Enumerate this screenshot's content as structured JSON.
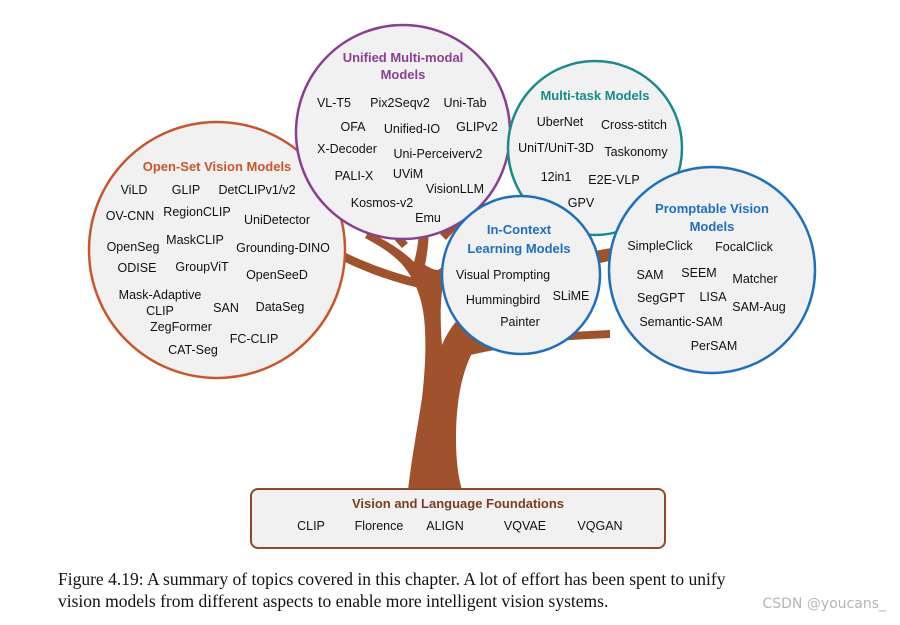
{
  "foundations": {
    "title": "Vision and Language Foundations",
    "items": [
      "CLIP",
      "Florence",
      "ALIGN",
      "VQVAE",
      "VQGAN"
    ]
  },
  "open_set": {
    "title": "Open-Set Vision Models",
    "items": [
      "ViLD",
      "GLIP",
      "DetCLIPv1/v2",
      "OV-CNN",
      "RegionCLIP",
      "UniDetector",
      "OpenSeg",
      "MaskCLIP",
      "Grounding-DINO",
      "ODISE",
      "GroupViT",
      "OpenSeeD",
      "Mask-Adaptive",
      "CLIP",
      "SAN",
      "DataSeg",
      "ZegFormer",
      "FC-CLIP",
      "CAT-Seg"
    ]
  },
  "unified": {
    "title_line1": "Unified Multi-modal",
    "title_line2": "Models",
    "items": [
      "VL-T5",
      "Pix2Seqv2",
      "Uni-Tab",
      "OFA",
      "Unified-IO",
      "GLIPv2",
      "X-Decoder",
      "Uni-Perceiverv2",
      "PALI-X",
      "UViM",
      "VisionLLM",
      "Kosmos-v2",
      "Emu"
    ]
  },
  "multitask": {
    "title": "Multi-task Models",
    "items": [
      "UberNet",
      "Cross-stitch",
      "UniT/UniT-3D",
      "Taskonomy",
      "12in1",
      "E2E-VLP",
      "GPV"
    ]
  },
  "incontext": {
    "title_line1": "In-Context",
    "title_line2": "Learning Models",
    "items": [
      "Visual Prompting",
      "Hummingbird",
      "SLiME",
      "Painter"
    ]
  },
  "promptable": {
    "title_line1": "Promptable Vision",
    "title_line2": "Models",
    "items": [
      "SimpleClick",
      "FocalClick",
      "SAM",
      "SEEM",
      "Matcher",
      "SegGPT",
      "LISA",
      "SAM-Aug",
      "Semantic-SAM",
      "PerSAM"
    ]
  },
  "caption": {
    "line1": "Figure 4.19: A summary of topics covered in this chapter. A lot of effort has been spent to unify",
    "line2": "vision models from different aspects to enable more intelligent vision systems."
  },
  "watermark": "CSDN @youcans_",
  "colors": {
    "trunk": "#a0522d",
    "open_set": "#c8562a",
    "unified": "#8b3f91",
    "multitask": "#1a8a8a",
    "incontext": "#1f6fbf",
    "promptable": "#1f6fbf",
    "foundations_border": "#8b4a2b",
    "foundations_title": "#7a3e22",
    "bubble_fill": "#f1f1f1"
  }
}
